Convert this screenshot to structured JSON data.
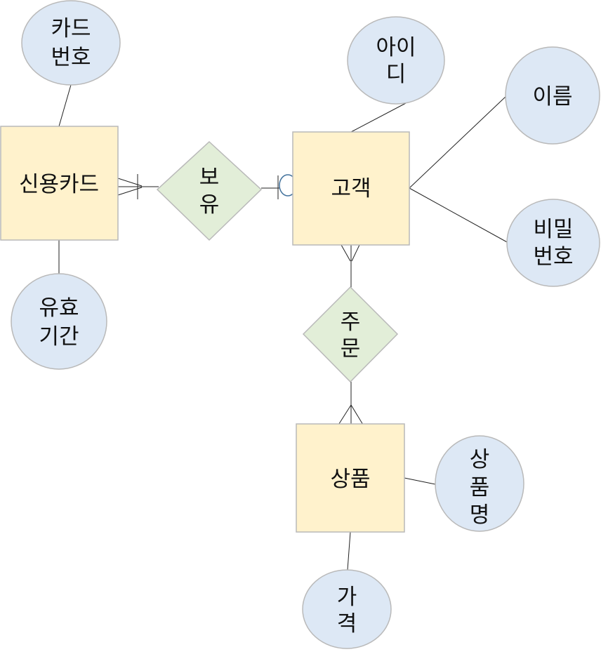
{
  "colors": {
    "entity_fill": "#fff2cc",
    "entity_stroke": "#b9b9b9",
    "relationship_fill": "#e2eed8",
    "relationship_stroke": "#b9b9b9",
    "attribute_fill": "#dde8f5",
    "attribute_stroke": "#b9b9b9",
    "line": "#222222",
    "optional_circle": "#41719c"
  },
  "entities": {
    "credit_card": "신용카드",
    "customer": "고객",
    "product": "상품"
  },
  "relationships": {
    "holds": [
      "보",
      "유"
    ],
    "orders": [
      "주",
      "문"
    ]
  },
  "attributes": {
    "card_number": [
      "카드",
      "번호"
    ],
    "valid_period": [
      "유효",
      "기간"
    ],
    "customer_id": [
      "아이",
      "디"
    ],
    "name": [
      "이름"
    ],
    "password": [
      "비밀",
      "번호"
    ],
    "product_name": [
      "상",
      "품",
      "명"
    ],
    "price": [
      "가",
      "격"
    ]
  }
}
